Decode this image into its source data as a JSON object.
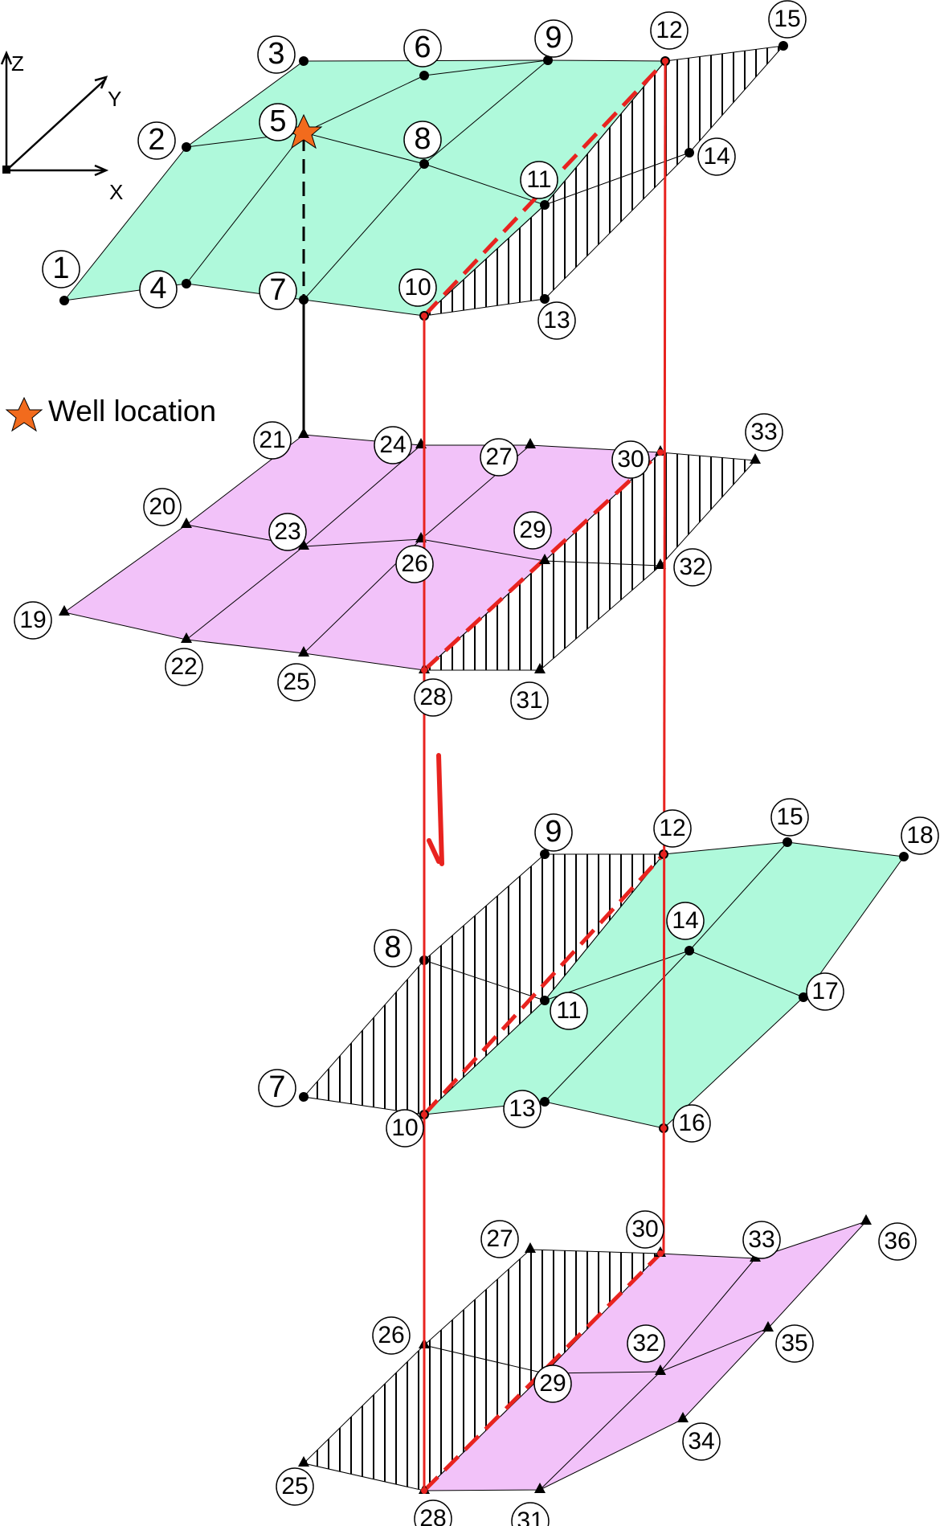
{
  "axes": {
    "z": "Z",
    "y": "Y",
    "x": "X"
  },
  "legend": {
    "well_label": "Well location"
  },
  "colors": {
    "upper_surface": "#aff9db",
    "lower_surface": "#f2c2f9",
    "fault": "#e8231f",
    "well_star": "#f26b1d",
    "hatch": "#000000"
  },
  "labels": {
    "n1": "1",
    "n2": "2",
    "n3": "3",
    "n4": "4",
    "n5": "5",
    "n6": "6",
    "n7": "7",
    "n8": "8",
    "n9": "9",
    "n10": "10",
    "n11": "11",
    "n12": "12",
    "n13": "13",
    "n14": "14",
    "n15": "15",
    "n16": "16",
    "n17": "17",
    "n18": "18",
    "n19": "19",
    "n20": "20",
    "n21": "21",
    "n22": "22",
    "n23": "23",
    "n24": "24",
    "n25": "25",
    "n26": "26",
    "n27": "27",
    "n28": "28",
    "n29": "29",
    "n30": "30",
    "n31": "31",
    "n32": "32",
    "n33": "33",
    "n34": "34",
    "n35": "35",
    "n36": "36"
  }
}
